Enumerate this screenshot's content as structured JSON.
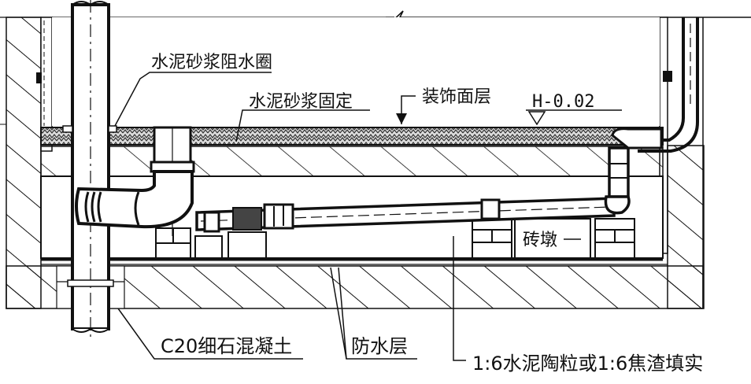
{
  "drawing": {
    "title": "Sunken bathroom floor drainage section detail",
    "colors": {
      "line": "#111111",
      "background": "#ffffff",
      "finish_fill": "#444444"
    }
  },
  "labels": {
    "mortar_water_stop_ring": "水泥砂浆阻水圈",
    "mortar_fixing": "水泥砂浆固定",
    "finish_layer": "装饰面层",
    "elevation": "H-0.02",
    "brick_pier": "砖墩",
    "c20_concrete": "C20细石混凝土",
    "waterproof_layer": "防水层",
    "fill_material": "1:6水泥陶粒或1:6焦渣填实"
  },
  "symbols": {
    "break_line": "break-line-icon",
    "elevation_marker": "elevation-triangle-icon",
    "leader_arrow": "leader-arrow-icon"
  }
}
